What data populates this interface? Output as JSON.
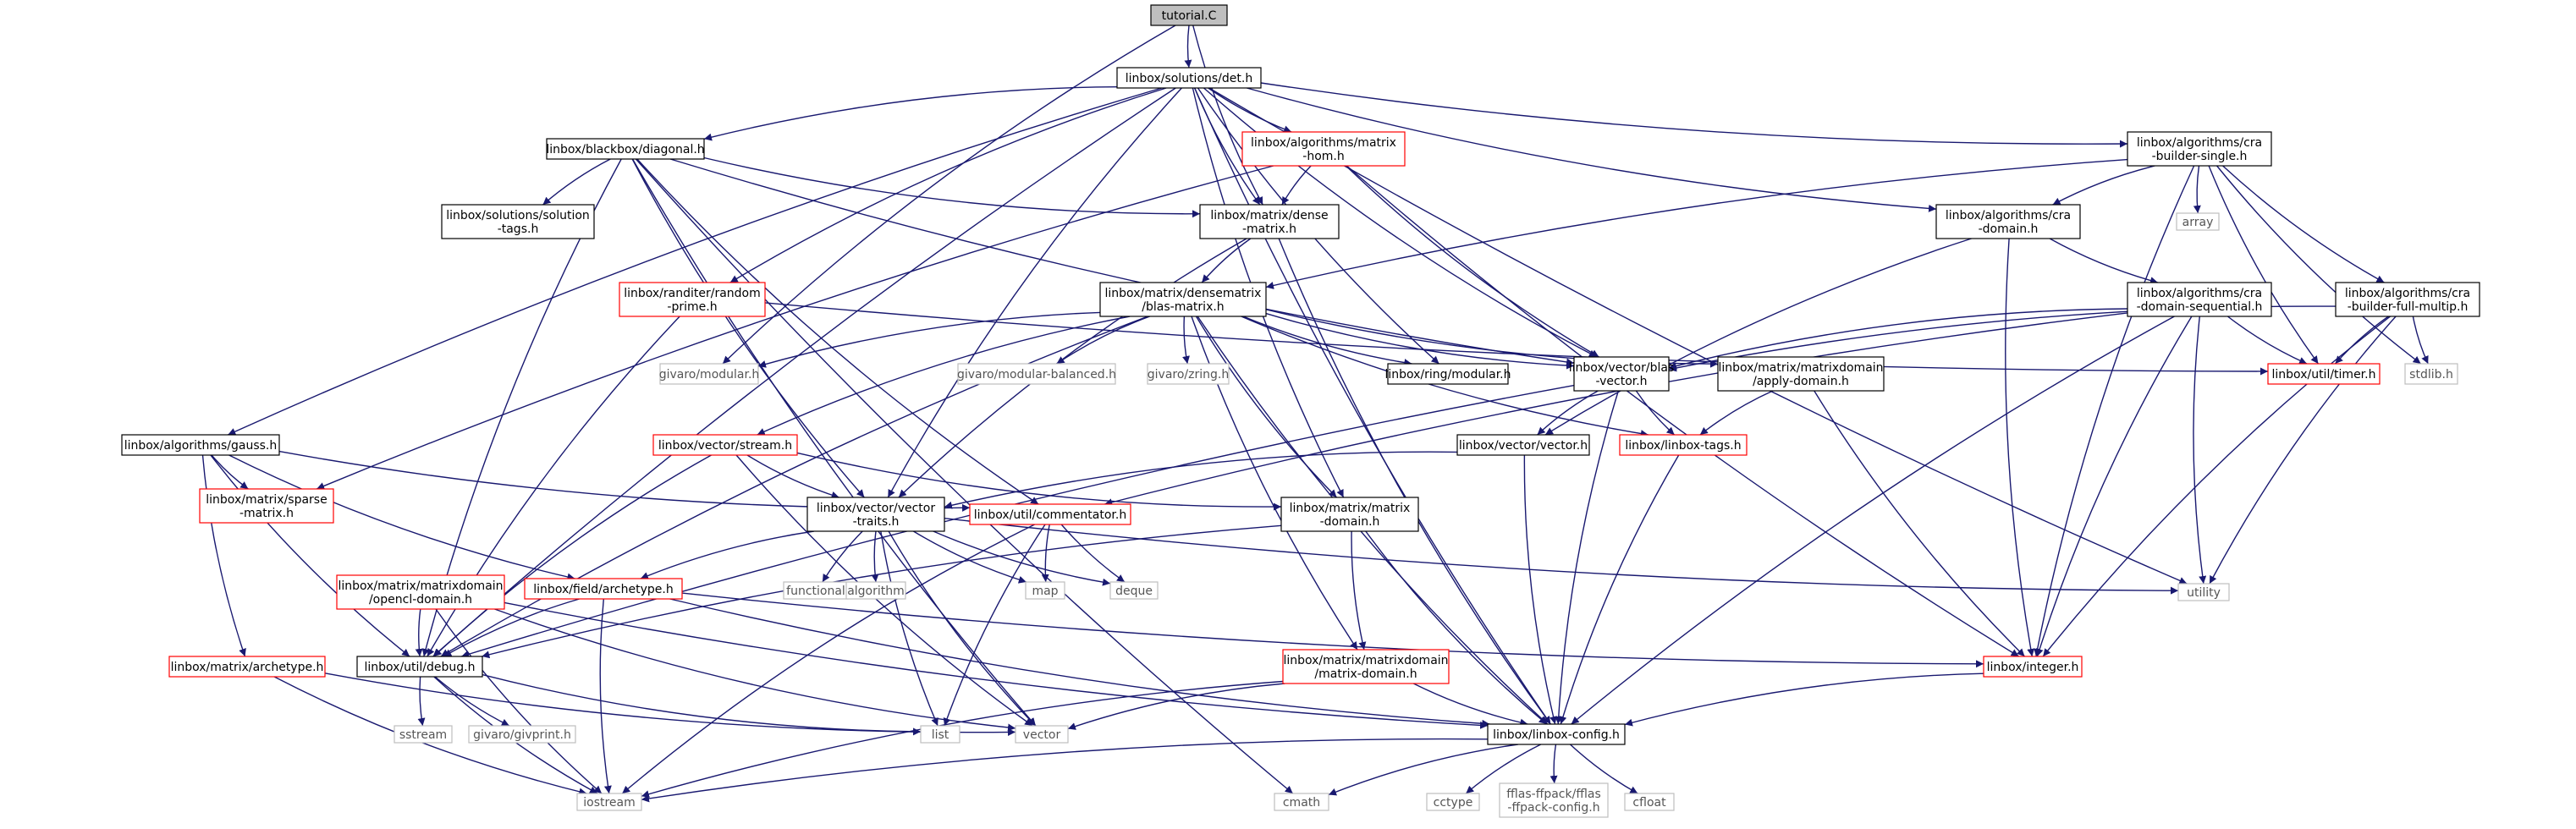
{
  "graph": {
    "colors": {
      "edge": "#191970",
      "normal_border": "#000000",
      "missing_border": "#ff0000",
      "system_border": "#bfbfbf",
      "root_fill": "#bfbfbf",
      "node_fill": "#ffffff",
      "text": "#000000"
    },
    "nodes": [
      {
        "id": "root",
        "lines": [
          "tutorial.C"
        ],
        "style": "root"
      },
      {
        "id": "det",
        "lines": [
          "linbox/solutions/det.h"
        ],
        "style": "normal"
      },
      {
        "id": "matrix_hom",
        "lines": [
          "linbox/algorithms/matrix",
          "-hom.h"
        ],
        "style": "missing"
      },
      {
        "id": "cra_single",
        "lines": [
          "linbox/algorithms/cra",
          "-builder-single.h"
        ],
        "style": "normal"
      },
      {
        "id": "diagonal",
        "lines": [
          "linbox/blackbox/diagonal.h"
        ],
        "style": "normal"
      },
      {
        "id": "solution_tags",
        "lines": [
          "linbox/solutions/solution",
          "-tags.h"
        ],
        "style": "normal"
      },
      {
        "id": "dense_matrix",
        "lines": [
          "linbox/matrix/dense",
          "-matrix.h"
        ],
        "style": "normal"
      },
      {
        "id": "cra_domain",
        "lines": [
          "linbox/algorithms/cra",
          "-domain.h"
        ],
        "style": "normal"
      },
      {
        "id": "array",
        "lines": [
          "array"
        ],
        "style": "system"
      },
      {
        "id": "random_prime",
        "lines": [
          "linbox/randiter/random",
          "-prime.h"
        ],
        "style": "missing"
      },
      {
        "id": "blas_matrix",
        "lines": [
          "linbox/matrix/densematrix",
          "/blas-matrix.h"
        ],
        "style": "normal"
      },
      {
        "id": "cra_seq",
        "lines": [
          "linbox/algorithms/cra",
          "-domain-sequential.h"
        ],
        "style": "normal"
      },
      {
        "id": "cra_full",
        "lines": [
          "linbox/algorithms/cra",
          "-builder-full-multip.h"
        ],
        "style": "normal"
      },
      {
        "id": "givaro_modular",
        "lines": [
          "givaro/modular.h"
        ],
        "style": "system"
      },
      {
        "id": "givaro_mod_bal",
        "lines": [
          "givaro/modular-balanced.h"
        ],
        "style": "system"
      },
      {
        "id": "givaro_zring",
        "lines": [
          "givaro/zring.h"
        ],
        "style": "system"
      },
      {
        "id": "ring_modular",
        "lines": [
          "linbox/ring/modular.h"
        ],
        "style": "normal"
      },
      {
        "id": "blas_vector",
        "lines": [
          "linbox/vector/blas",
          "-vector.h"
        ],
        "style": "normal"
      },
      {
        "id": "apply_domain",
        "lines": [
          "linbox/matrix/matrixdomain",
          "/apply-domain.h"
        ],
        "style": "normal"
      },
      {
        "id": "timer",
        "lines": [
          "linbox/util/timer.h"
        ],
        "style": "missing"
      },
      {
        "id": "stdlib",
        "lines": [
          "stdlib.h"
        ],
        "style": "system"
      },
      {
        "id": "gauss",
        "lines": [
          "linbox/algorithms/gauss.h"
        ],
        "style": "normal"
      },
      {
        "id": "stream",
        "lines": [
          "linbox/vector/stream.h"
        ],
        "style": "missing"
      },
      {
        "id": "vector_h",
        "lines": [
          "linbox/vector/vector.h"
        ],
        "style": "normal"
      },
      {
        "id": "linbox_tags",
        "lines": [
          "linbox/linbox-tags.h"
        ],
        "style": "missing"
      },
      {
        "id": "sparse_matrix",
        "lines": [
          "linbox/matrix/sparse",
          "-matrix.h"
        ],
        "style": "missing"
      },
      {
        "id": "vector_traits",
        "lines": [
          "linbox/vector/vector",
          "-traits.h"
        ],
        "style": "normal"
      },
      {
        "id": "commentator",
        "lines": [
          "linbox/util/commentator.h"
        ],
        "style": "missing"
      },
      {
        "id": "matrix_domain",
        "lines": [
          "linbox/matrix/matrix",
          "-domain.h"
        ],
        "style": "normal"
      },
      {
        "id": "opencl_domain",
        "lines": [
          "linbox/matrix/matrixdomain",
          "/opencl-domain.h"
        ],
        "style": "missing"
      },
      {
        "id": "field_archetype",
        "lines": [
          "linbox/field/archetype.h"
        ],
        "style": "missing"
      },
      {
        "id": "functional",
        "lines": [
          "functional"
        ],
        "style": "system"
      },
      {
        "id": "algorithm",
        "lines": [
          "algorithm"
        ],
        "style": "system"
      },
      {
        "id": "map",
        "lines": [
          "map"
        ],
        "style": "system"
      },
      {
        "id": "deque",
        "lines": [
          "deque"
        ],
        "style": "system"
      },
      {
        "id": "utility",
        "lines": [
          "utility"
        ],
        "style": "system"
      },
      {
        "id": "matrix_archetype",
        "lines": [
          "linbox/matrix/archetype.h"
        ],
        "style": "missing"
      },
      {
        "id": "debug",
        "lines": [
          "linbox/util/debug.h"
        ],
        "style": "normal"
      },
      {
        "id": "mdomain_matrix",
        "lines": [
          "linbox/matrix/matrixdomain",
          "/matrix-domain.h"
        ],
        "style": "missing"
      },
      {
        "id": "integer",
        "lines": [
          "linbox/integer.h"
        ],
        "style": "missing"
      },
      {
        "id": "sstream",
        "lines": [
          "sstream"
        ],
        "style": "system"
      },
      {
        "id": "givprint",
        "lines": [
          "givaro/givprint.h"
        ],
        "style": "system"
      },
      {
        "id": "list",
        "lines": [
          "list"
        ],
        "style": "system"
      },
      {
        "id": "vector_std",
        "lines": [
          "vector"
        ],
        "style": "system"
      },
      {
        "id": "linbox_config",
        "lines": [
          "linbox/linbox-config.h"
        ],
        "style": "normal"
      },
      {
        "id": "iostream",
        "lines": [
          "iostream"
        ],
        "style": "system"
      },
      {
        "id": "cmath",
        "lines": [
          "cmath"
        ],
        "style": "system"
      },
      {
        "id": "cctype",
        "lines": [
          "cctype"
        ],
        "style": "system"
      },
      {
        "id": "fflas_config",
        "lines": [
          "fflas-ffpack/fflas",
          "-ffpack-config.h"
        ],
        "style": "system"
      },
      {
        "id": "cfloat",
        "lines": [
          "cfloat"
        ],
        "style": "system"
      }
    ],
    "edges": [
      [
        "root",
        "det"
      ],
      [
        "root",
        "givaro_modular"
      ],
      [
        "root",
        "dense_matrix"
      ],
      [
        "det",
        "gauss"
      ],
      [
        "det",
        "diagonal"
      ],
      [
        "det",
        "matrix_hom"
      ],
      [
        "det",
        "cra_single"
      ],
      [
        "det",
        "cra_domain"
      ],
      [
        "det",
        "dense_matrix"
      ],
      [
        "det",
        "random_prime"
      ],
      [
        "det",
        "ring_modular"
      ],
      [
        "det",
        "blas_vector"
      ],
      [
        "det",
        "vector_traits"
      ],
      [
        "det",
        "matrix_domain"
      ],
      [
        "det",
        "debug"
      ],
      [
        "det",
        "utility"
      ],
      [
        "det",
        "linbox_config"
      ],
      [
        "matrix_hom",
        "dense_matrix"
      ],
      [
        "matrix_hom",
        "blas_vector"
      ],
      [
        "matrix_hom",
        "sparse_matrix"
      ],
      [
        "matrix_hom",
        "integer"
      ],
      [
        "cra_single",
        "cra_domain"
      ],
      [
        "cra_single",
        "cra_full"
      ],
      [
        "cra_single",
        "array"
      ],
      [
        "cra_single",
        "timer"
      ],
      [
        "cra_single",
        "stdlib"
      ],
      [
        "cra_single",
        "integer"
      ],
      [
        "cra_single",
        "blas_matrix"
      ],
      [
        "diagonal",
        "solution_tags"
      ],
      [
        "diagonal",
        "dense_matrix"
      ],
      [
        "diagonal",
        "vector_traits"
      ],
      [
        "diagonal",
        "debug"
      ],
      [
        "diagonal",
        "vector_std"
      ],
      [
        "diagonal",
        "blas_vector"
      ],
      [
        "diagonal",
        "commentator"
      ],
      [
        "diagonal",
        "cmath"
      ],
      [
        "dense_matrix",
        "blas_matrix"
      ],
      [
        "dense_matrix",
        "vector_traits"
      ],
      [
        "dense_matrix",
        "linbox_config"
      ],
      [
        "cra_domain",
        "cra_seq"
      ],
      [
        "cra_domain",
        "vector_h"
      ],
      [
        "cra_domain",
        "integer"
      ],
      [
        "random_prime",
        "debug"
      ],
      [
        "random_prime",
        "timer"
      ],
      [
        "blas_matrix",
        "givaro_modular"
      ],
      [
        "blas_matrix",
        "givaro_mod_bal"
      ],
      [
        "blas_matrix",
        "givaro_zring"
      ],
      [
        "blas_matrix",
        "ring_modular"
      ],
      [
        "blas_matrix",
        "blas_vector"
      ],
      [
        "blas_matrix",
        "apply_domain"
      ],
      [
        "blas_matrix",
        "stream"
      ],
      [
        "blas_matrix",
        "debug"
      ],
      [
        "blas_matrix",
        "linbox_tags"
      ],
      [
        "blas_matrix",
        "mdomain_matrix"
      ],
      [
        "blas_matrix",
        "linbox_config"
      ],
      [
        "blas_matrix",
        "matrix_domain"
      ],
      [
        "cra_seq",
        "blas_vector"
      ],
      [
        "cra_seq",
        "timer"
      ],
      [
        "cra_seq",
        "utility"
      ],
      [
        "cra_seq",
        "integer"
      ],
      [
        "cra_seq",
        "commentator"
      ],
      [
        "cra_seq",
        "linbox_config"
      ],
      [
        "cra_full",
        "blas_vector"
      ],
      [
        "cra_full",
        "timer"
      ],
      [
        "cra_full",
        "stdlib"
      ],
      [
        "cra_full",
        "utility"
      ],
      [
        "cra_full",
        "integer"
      ],
      [
        "blas_vector",
        "vector_h"
      ],
      [
        "blas_vector",
        "linbox_tags"
      ],
      [
        "blas_vector",
        "debug"
      ],
      [
        "blas_vector",
        "linbox_config"
      ],
      [
        "apply_domain",
        "linbox_tags"
      ],
      [
        "apply_domain",
        "integer"
      ],
      [
        "gauss",
        "sparse_matrix"
      ],
      [
        "gauss",
        "field_archetype"
      ],
      [
        "gauss",
        "commentator"
      ],
      [
        "gauss",
        "debug"
      ],
      [
        "gauss",
        "matrix_archetype"
      ],
      [
        "stream",
        "vector_traits"
      ],
      [
        "stream",
        "debug"
      ],
      [
        "stream",
        "vector_std"
      ],
      [
        "stream",
        "matrix_domain"
      ],
      [
        "vector_h",
        "vector_traits"
      ],
      [
        "vector_h",
        "linbox_config"
      ],
      [
        "linbox_tags",
        "linbox_config"
      ],
      [
        "vector_traits",
        "functional"
      ],
      [
        "vector_traits",
        "algorithm"
      ],
      [
        "vector_traits",
        "map"
      ],
      [
        "vector_traits",
        "deque"
      ],
      [
        "vector_traits",
        "list"
      ],
      [
        "vector_traits",
        "vector_std"
      ],
      [
        "vector_traits",
        "field_archetype"
      ],
      [
        "vector_traits",
        "utility"
      ],
      [
        "commentator",
        "map"
      ],
      [
        "commentator",
        "deque"
      ],
      [
        "commentator",
        "list"
      ],
      [
        "commentator",
        "iostream"
      ],
      [
        "matrix_domain",
        "mdomain_matrix"
      ],
      [
        "matrix_domain",
        "linbox_config"
      ],
      [
        "matrix_domain",
        "debug"
      ],
      [
        "opencl_domain",
        "debug"
      ],
      [
        "opencl_domain",
        "vector_std"
      ],
      [
        "opencl_domain",
        "iostream"
      ],
      [
        "opencl_domain",
        "linbox_config"
      ],
      [
        "field_archetype",
        "debug"
      ],
      [
        "field_archetype",
        "integer"
      ],
      [
        "field_archetype",
        "iostream"
      ],
      [
        "field_archetype",
        "linbox_config"
      ],
      [
        "matrix_archetype",
        "vector_std"
      ],
      [
        "matrix_archetype",
        "iostream"
      ],
      [
        "debug",
        "sstream"
      ],
      [
        "debug",
        "givprint"
      ],
      [
        "debug",
        "list"
      ],
      [
        "debug",
        "iostream"
      ],
      [
        "mdomain_matrix",
        "vector_std"
      ],
      [
        "mdomain_matrix",
        "linbox_config"
      ],
      [
        "mdomain_matrix",
        "iostream"
      ],
      [
        "integer",
        "linbox_config"
      ],
      [
        "linbox_config",
        "iostream"
      ],
      [
        "linbox_config",
        "cmath"
      ],
      [
        "linbox_config",
        "cctype"
      ],
      [
        "linbox_config",
        "fflas_config"
      ],
      [
        "linbox_config",
        "cfloat"
      ]
    ]
  }
}
